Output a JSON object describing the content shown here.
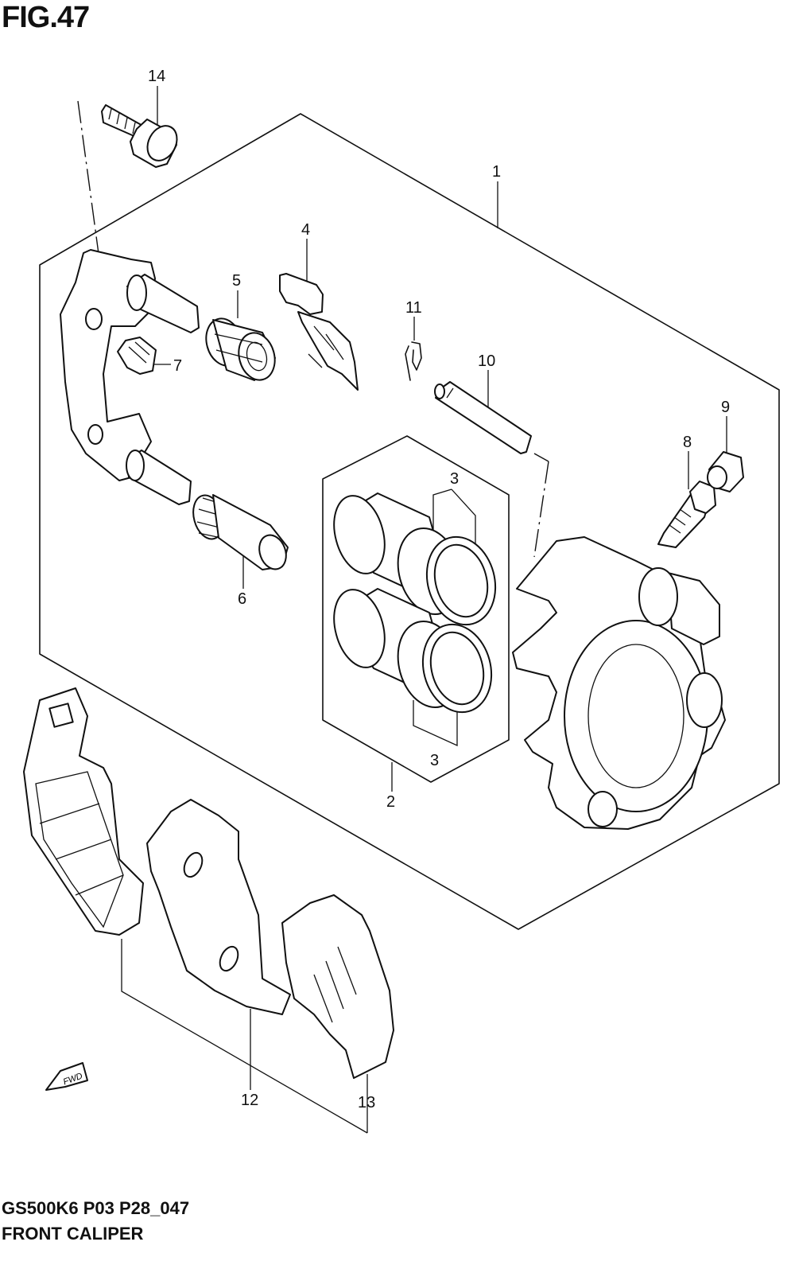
{
  "title": "FIG.47",
  "footer": {
    "model_code": "GS500K6 P03 P28_047",
    "section_name": "FRONT CALIPER"
  },
  "fwd_label": "FWD",
  "callouts": {
    "c1": "1",
    "c2": "2",
    "c3a": "3",
    "c3b": "3",
    "c4": "4",
    "c5": "5",
    "c6": "6",
    "c7": "7",
    "c8": "8",
    "c9": "9",
    "c10": "10",
    "c11": "11",
    "c12": "12",
    "c13": "13",
    "c14": "14"
  }
}
